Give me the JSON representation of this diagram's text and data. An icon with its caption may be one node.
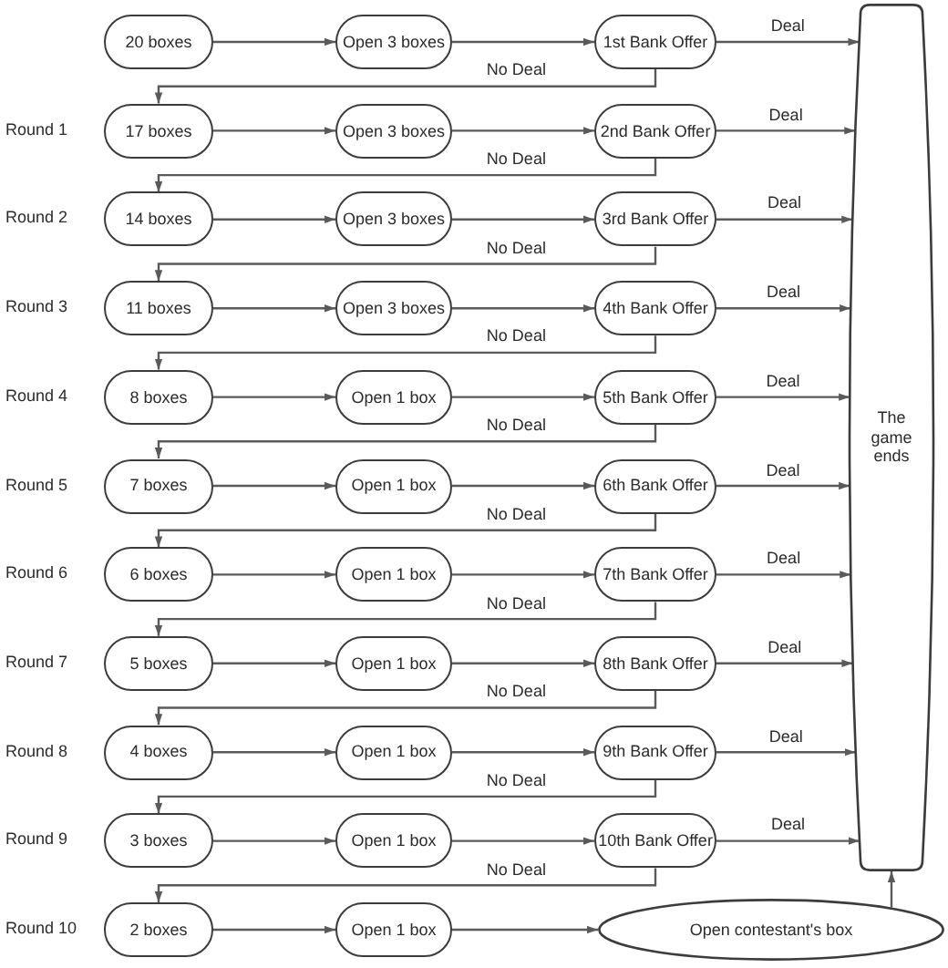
{
  "diagram": {
    "nodes": [
      {
        "text": [
          "20 boxes"
        ]
      },
      {
        "text": [
          "Open 3 boxes"
        ]
      },
      {
        "text": [
          "1st Bank Offer"
        ]
      },
      {
        "text": [
          "17 boxes"
        ]
      },
      {
        "text": [
          "Open 3 boxes"
        ]
      },
      {
        "text": [
          "2nd Bank Offer"
        ]
      },
      {
        "text": [
          "14 boxes"
        ]
      },
      {
        "text": [
          "Open 3 boxes"
        ]
      },
      {
        "text": [
          "3rd Bank Offer"
        ]
      },
      {
        "text": [
          "11 boxes"
        ]
      },
      {
        "text": [
          "Open 3 boxes"
        ]
      },
      {
        "text": [
          "4th Bank Offer"
        ]
      },
      {
        "text": [
          "8 boxes"
        ]
      },
      {
        "text": [
          "Open 1 box"
        ]
      },
      {
        "text": [
          "5th Bank Offer"
        ]
      },
      {
        "text": [
          "7 boxes"
        ]
      },
      {
        "text": [
          "Open 1 box"
        ]
      },
      {
        "text": [
          "6th Bank Offer"
        ]
      },
      {
        "text": [
          "6 boxes"
        ]
      },
      {
        "text": [
          "Open 1 box"
        ]
      },
      {
        "text": [
          "7th Bank Offer"
        ]
      },
      {
        "text": [
          "5 boxes"
        ]
      },
      {
        "text": [
          "Open 1 box"
        ]
      },
      {
        "text": [
          "8th Bank Offer"
        ]
      },
      {
        "text": [
          "4 boxes"
        ]
      },
      {
        "text": [
          "Open 1 box"
        ]
      },
      {
        "text": [
          "9th Bank Offer"
        ]
      },
      {
        "text": [
          "3 boxes"
        ]
      },
      {
        "text": [
          "Open 1 box"
        ]
      },
      {
        "text": [
          "10th Bank Offer"
        ]
      },
      {
        "text": [
          "2 boxes"
        ]
      },
      {
        "text": [
          "Open 1 box"
        ]
      },
      {
        "text": [
          "Open contestant's box"
        ]
      },
      {
        "text": [
          "The game ends"
        ]
      }
    ],
    "edges": [
      {
        "from": 0,
        "to": 1,
        "arrow": "to"
      },
      {
        "from": 1,
        "to": 2,
        "arrow": "to"
      },
      {
        "from": 2,
        "to": 33,
        "arrow": "to",
        "label": "Deal"
      },
      {
        "from": 2,
        "to": 3,
        "arrow": "to",
        "label": "No Deal"
      },
      {
        "from": 3,
        "to": 4,
        "arrow": "to"
      },
      {
        "from": 4,
        "to": 5,
        "arrow": "to"
      },
      {
        "from": 5,
        "to": 33,
        "arrow": "to",
        "label": "Deal"
      },
      {
        "from": 5,
        "to": 6,
        "arrow": "to",
        "label": "No Deal"
      },
      {
        "from": 6,
        "to": 7,
        "arrow": "to"
      },
      {
        "from": 7,
        "to": 8,
        "arrow": "to"
      },
      {
        "from": 8,
        "to": 33,
        "arrow": "to",
        "label": "Deal"
      },
      {
        "from": 8,
        "to": 9,
        "arrow": "to",
        "label": "No Deal"
      },
      {
        "from": 9,
        "to": 10,
        "arrow": "to"
      },
      {
        "from": 10,
        "to": 11,
        "arrow": "to"
      },
      {
        "from": 11,
        "to": 33,
        "arrow": "to",
        "label": "Deal"
      },
      {
        "from": 11,
        "to": 12,
        "arrow": "to",
        "label": "No Deal"
      },
      {
        "from": 12,
        "to": 13,
        "arrow": "to"
      },
      {
        "from": 13,
        "to": 14,
        "arrow": "to"
      },
      {
        "from": 14,
        "to": 33,
        "arrow": "to",
        "label": "Deal"
      },
      {
        "from": 14,
        "to": 15,
        "arrow": "to",
        "label": "No Deal"
      },
      {
        "from": 15,
        "to": 16,
        "arrow": "to"
      },
      {
        "from": 16,
        "to": 17,
        "arrow": "to"
      },
      {
        "from": 17,
        "to": 33,
        "arrow": "to",
        "label": "Deal"
      },
      {
        "from": 17,
        "to": 18,
        "arrow": "to",
        "label": "No Deal"
      },
      {
        "from": 18,
        "to": 19,
        "arrow": "to"
      },
      {
        "from": 19,
        "to": 20,
        "arrow": "to"
      },
      {
        "from": 20,
        "to": 33,
        "arrow": "to",
        "label": "Deal"
      },
      {
        "from": 20,
        "to": 21,
        "arrow": "to",
        "label": "No Deal"
      },
      {
        "from": 21,
        "to": 22,
        "arrow": "to"
      },
      {
        "from": 22,
        "to": 23,
        "arrow": "to"
      },
      {
        "from": 23,
        "to": 33,
        "arrow": "to",
        "label": "Deal"
      },
      {
        "from": 23,
        "to": 24,
        "arrow": "to",
        "label": "No Deal"
      },
      {
        "from": 24,
        "to": 25,
        "arrow": "to"
      },
      {
        "from": 25,
        "to": 26,
        "arrow": "to"
      },
      {
        "from": 26,
        "to": 33,
        "arrow": "to",
        "label": "Deal"
      },
      {
        "from": 26,
        "to": 27,
        "arrow": "to",
        "label": "No Deal"
      },
      {
        "from": 27,
        "to": 28,
        "arrow": "to"
      },
      {
        "from": 28,
        "to": 29,
        "arrow": "to"
      },
      {
        "from": 29,
        "to": 33,
        "arrow": "to",
        "label": "Deal"
      },
      {
        "from": 29,
        "to": 30,
        "arrow": "to",
        "label": "No Deal"
      },
      {
        "from": 30,
        "to": 31,
        "arrow": "to"
      },
      {
        "from": 31,
        "to": 32,
        "arrow": "to"
      },
      {
        "from": 32,
        "to": 33,
        "arrow": "to"
      }
    ],
    "labels": [
      "Round 1",
      "Round 2",
      "Round 3",
      "Round 4",
      "Round 5",
      "Round 6",
      "Round 7",
      "Round 8",
      "Round 9",
      "Round 10"
    ]
  }
}
